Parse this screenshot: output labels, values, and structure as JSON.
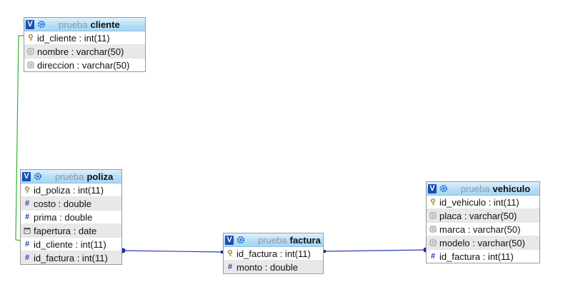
{
  "db_label": "prueba",
  "v_label": "V",
  "tables": {
    "cliente": {
      "name": "cliente",
      "columns": [
        {
          "text": "id_cliente : int(11)",
          "icon": "key-icon"
        },
        {
          "text": "nombre : varchar(50)",
          "icon": "text-field-icon"
        },
        {
          "text": "direccion : varchar(50)",
          "icon": "text-field-icon"
        }
      ]
    },
    "poliza": {
      "name": "poliza",
      "columns": [
        {
          "text": "id_poliza : int(11)",
          "icon": "key-icon"
        },
        {
          "text": "costo : double",
          "icon": "numeric-field-icon"
        },
        {
          "text": "prima : double",
          "icon": "numeric-field-icon"
        },
        {
          "text": "fapertura : date",
          "icon": "date-field-icon"
        },
        {
          "text": "id_cliente : int(11)",
          "icon": "numeric-field-icon"
        },
        {
          "text": "id_factura : int(11)",
          "icon": "numeric-field-icon"
        }
      ]
    },
    "factura": {
      "name": "factura",
      "columns": [
        {
          "text": "id_factura : int(11)",
          "icon": "key-icon"
        },
        {
          "text": "monto : double",
          "icon": "numeric-field-icon"
        }
      ]
    },
    "vehiculo": {
      "name": "vehiculo",
      "columns": [
        {
          "text": "id_vehiculo : int(11)",
          "icon": "key-icon"
        },
        {
          "text": "placa : varchar(50)",
          "icon": "text-field-icon"
        },
        {
          "text": "marca : varchar(50)",
          "icon": "text-field-icon"
        },
        {
          "text": "modelo : varchar(50)",
          "icon": "text-field-icon"
        },
        {
          "text": "id_factura : int(11)",
          "icon": "numeric-field-icon"
        }
      ]
    }
  },
  "colors": {
    "link_cliente_poliza": "#2fb52f",
    "link_factura": "#1a2da0",
    "header_blue": "#a9d6f3",
    "v_button": "#1a4fb5"
  }
}
